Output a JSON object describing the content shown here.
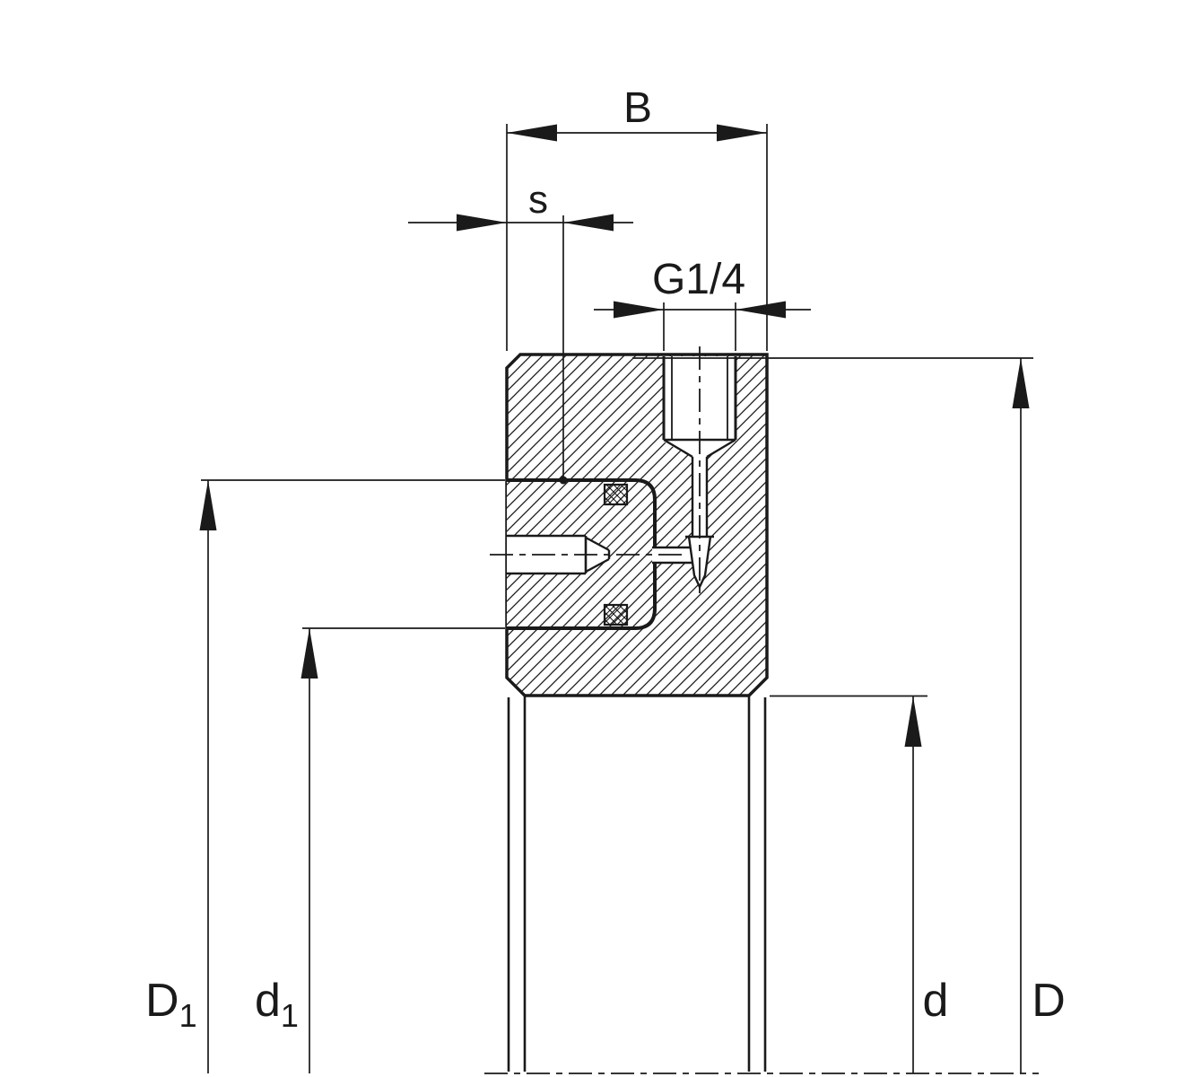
{
  "figure": {
    "labels": {
      "width": "B",
      "gap": "s",
      "thread": "G1/4",
      "D1_base": "D",
      "D1_sub": "1",
      "d1_base": "d",
      "d1_sub": "1",
      "bore": "d",
      "outer": "D"
    },
    "colors": {
      "ink": "#1a1a1a",
      "paper": "#ffffff"
    }
  }
}
